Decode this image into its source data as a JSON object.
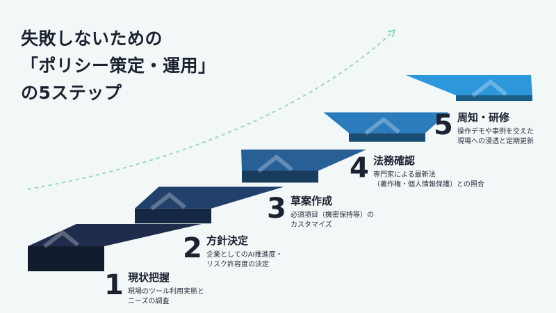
{
  "title": {
    "line1": "失敗しないための",
    "line2": "「ポリシー策定・運用」",
    "line3": "の5ステップ"
  },
  "steps": [
    {
      "number": "1",
      "title": "現状把握",
      "desc_line1": "現場のツール利用実態と",
      "desc_line2": "ニーズの調査",
      "color": "#1f2c4b"
    },
    {
      "number": "2",
      "title": "方針決定",
      "desc_line1": "企業としてのAI推進度・",
      "desc_line2": "リスク許容度の決定",
      "color": "#22406c"
    },
    {
      "number": "3",
      "title": "草案作成",
      "desc_line1": "必須項目（機密保持等）の",
      "desc_line2": "カスタマイズ",
      "color": "#285f97"
    },
    {
      "number": "4",
      "title": "法務確認",
      "desc_line1": "専門家による最新法",
      "desc_line2": "（著作権・個人情報保護）との照合",
      "color": "#2a7cbd"
    },
    {
      "number": "5",
      "title": "周知・研修",
      "desc_line1": "操作デモや事例を交えた",
      "desc_line2": "現場への浸透と定期更新",
      "color": "#2d97db"
    }
  ],
  "colors": {
    "background": "#f2f7f7",
    "arrow": "#8fd4bd",
    "text": "#1c2230"
  }
}
